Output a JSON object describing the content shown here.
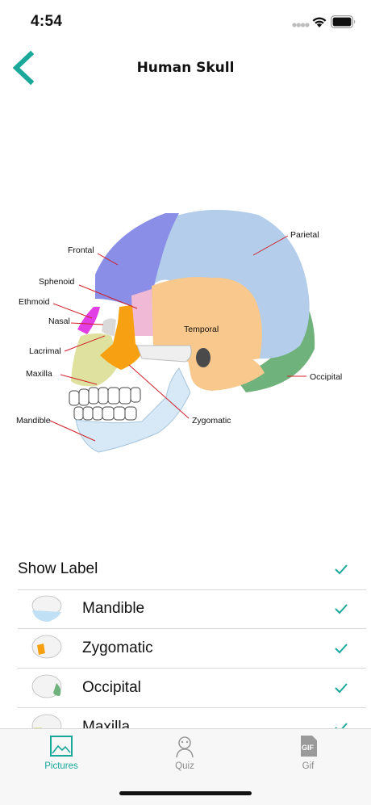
{
  "status_bar": {
    "time": "4:54"
  },
  "nav": {
    "title": "Human Skull",
    "back_icon": "chevron-left-icon",
    "accent": "#1aa89b"
  },
  "diagram": {
    "labels": {
      "frontal": "Frontal",
      "parietal": "Parietal",
      "sphenoid": "Sphenoid",
      "ethmoid": "Ethmoid",
      "nasal": "Nasal",
      "temporal": "Temporal",
      "lacrimal": "Lacrimal",
      "maxilla": "Maxilla",
      "occipital": "Occipital",
      "zygomatic": "Zygomatic",
      "mandible": "Mandible"
    }
  },
  "list": {
    "show_label": "Show Label",
    "items": [
      {
        "label": "Mandible"
      },
      {
        "label": "Zygomatic"
      },
      {
        "label": "Occipital"
      },
      {
        "label": "Maxilla"
      }
    ]
  },
  "tabs": [
    {
      "label": "Pictures",
      "icon": "picture-icon",
      "active": true
    },
    {
      "label": "Quiz",
      "icon": "quiz-icon",
      "active": false
    },
    {
      "label": "Gif",
      "icon": "gif-icon",
      "active": false
    }
  ]
}
